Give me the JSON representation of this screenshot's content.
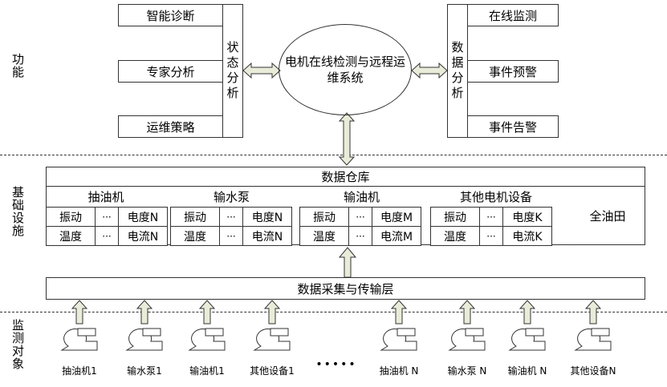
{
  "left_labels": {
    "function": "功能",
    "infrastructure": "基础设施",
    "monitored_objects": "监测对象"
  },
  "state_analysis": {
    "title": "状态分析",
    "items": [
      "智能诊断",
      "专家分析",
      "运维策略"
    ]
  },
  "data_analysis": {
    "title": "数据分析",
    "items": [
      "在线监测",
      "事件预警",
      "事件告警"
    ]
  },
  "center": {
    "title": "电机在线检测与远程运维系统"
  },
  "warehouse": {
    "title": "数据仓库",
    "groups": [
      {
        "name": "抽油机",
        "cells": [
          [
            "振动",
            "···",
            "电度N"
          ],
          [
            "温度",
            "···",
            "电流N"
          ]
        ]
      },
      {
        "name": "输水泵",
        "cells": [
          [
            "振动",
            "···",
            "电度N"
          ],
          [
            "温度",
            "···",
            "电流N"
          ]
        ]
      },
      {
        "name": "输油机",
        "cells": [
          [
            "振动",
            "···",
            "电度M"
          ],
          [
            "温度",
            "···",
            "电流M"
          ]
        ]
      },
      {
        "name": "其他电机设备",
        "cells": [
          [
            "振动",
            "···",
            "电度K"
          ],
          [
            "温度",
            "···",
            "电流K"
          ]
        ]
      }
    ],
    "final": "全油田"
  },
  "acquisition": {
    "title": "数据采集与传输层"
  },
  "devices": [
    "抽油机1",
    "输水泵1",
    "输油机1",
    "其他设备1",
    "抽油机 N",
    "输水泵 N",
    "输油机 N",
    "其他设备N"
  ],
  "ellipsis": "•••••",
  "colors": {
    "arrow_fill": "#e8ecd9",
    "line": "#333333"
  }
}
